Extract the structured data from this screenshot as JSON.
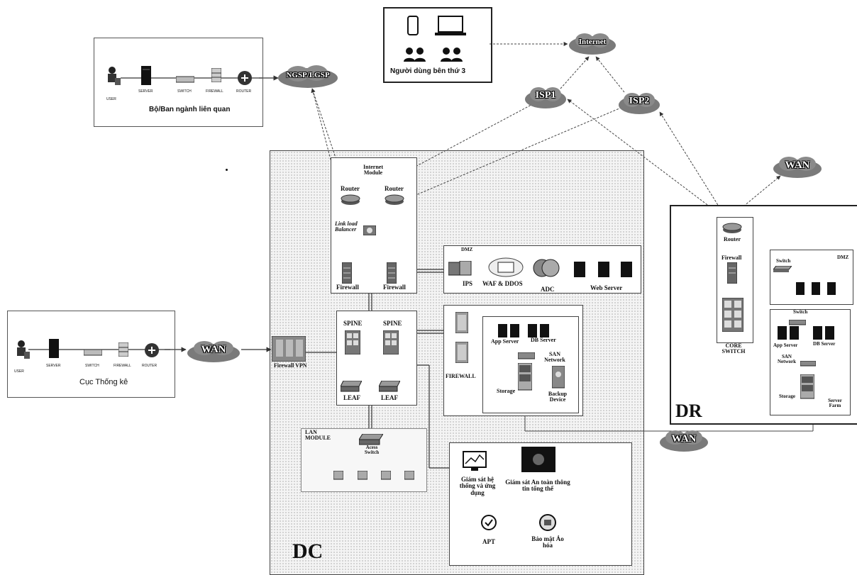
{
  "external_ministry": {
    "caption": "Bộ/Ban ngành liên quan",
    "devices": [
      "USER",
      "SERVER",
      "SWITCH",
      "FIREWALL",
      "ROUTER"
    ]
  },
  "external_stats": {
    "caption": "Cục Thống kê",
    "devices": [
      "USER",
      "SERVER",
      "SWITCH",
      "FIREWALL",
      "ROUTER"
    ]
  },
  "third_party": {
    "caption": "Người dùng bên thứ 3"
  },
  "clouds": {
    "ngsp": "NGSP/LGSP",
    "internet": "Internet",
    "isp1": "ISP1",
    "isp2": "ISP2",
    "wan_left": "WAN",
    "wan_dr_top": "WAN",
    "wan_bottom": "WAN"
  },
  "dc": {
    "title": "DC",
    "internet_module": {
      "title": "Internet Module",
      "router_a": "Router",
      "router_b": "Router",
      "lb": "Link load Balancer",
      "fw_a": "Firewall",
      "fw_b": "Firewall"
    },
    "firewall_vpn": "Firewall VPN",
    "spine_a": "SPINE",
    "spine_b": "SPINE",
    "leaf_a": "LEAF",
    "leaf_b": "LEAF",
    "dmz": {
      "title": "DMZ",
      "ips": "IPS",
      "waf": "WAF & DDOS",
      "adc": "ADC",
      "web": "Web Server"
    },
    "server_farm": {
      "firewall": "FIREWALL",
      "app": "App Server",
      "db": "DB Server",
      "san": "SAN Network",
      "storage": "Storage",
      "backup": "Backup Device"
    },
    "lan": {
      "title": "LAN MODULE",
      "access": "Acess Switch"
    },
    "monitoring": {
      "sys": "Giám sát hệ thống và ứng dụng",
      "sec": "Giám sát An toàn thông tin tổng thể",
      "apt": "APT",
      "virt": "Bảo mật Ảo hóa"
    }
  },
  "dr": {
    "title": "DR",
    "router": "Router",
    "firewall": "Firewall",
    "core": "CORE SWITCH",
    "dmz": {
      "title": "DMZ",
      "switch": "Switch"
    },
    "farm": {
      "switch": "Switch",
      "app": "App Server",
      "db": "DB Server",
      "san": "SAN Network",
      "storage": "Storage",
      "farm": "Server Farm"
    }
  }
}
